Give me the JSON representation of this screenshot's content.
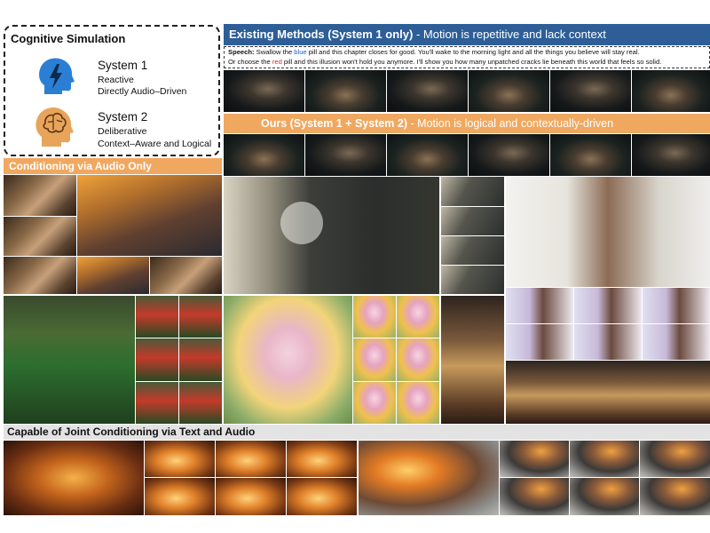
{
  "cognitive": {
    "title": "Cognitive Simulation",
    "system1": {
      "name": "System 1",
      "line1": "Reactive",
      "line2": "Directly Audio–Driven",
      "icon": "lightning-head-icon",
      "color": "#2a7fd4"
    },
    "system2": {
      "name": "System 2",
      "line1": "Deliberative",
      "line2": "Context–Aware and Logical",
      "icon": "brain-head-icon",
      "color": "#e8a45a"
    }
  },
  "existing": {
    "bold": "Existing Methods (System 1 only)",
    "rest": " - Motion is repetitive and lack context"
  },
  "speech": {
    "label": "Speech:",
    "l1a": " Swallow the ",
    "blue": "blue",
    "l1b": " pill and this chapter closes for good. You'll wake to the morning light and all the things you believe will stay real.",
    "l2a": "Or choose the ",
    "red": "red",
    "l2b": " pill and this illusion won't hold you anymore. I'll show you how many unpatched cracks lie beneath this world that feels so solid."
  },
  "ours": {
    "bold": "Ours (System 1 + System 2)",
    "rest": " - Motion is logical and contextually-driven"
  },
  "audio_only": "Conditioning via Audio Only",
  "joint": "Capable of Joint Conditioning via Text and Audio",
  "colors": {
    "blue_header": "#2e5e98",
    "orange_header": "#f0a860",
    "blue_word": "#1a5fd0",
    "red_word": "#d42a2a"
  }
}
